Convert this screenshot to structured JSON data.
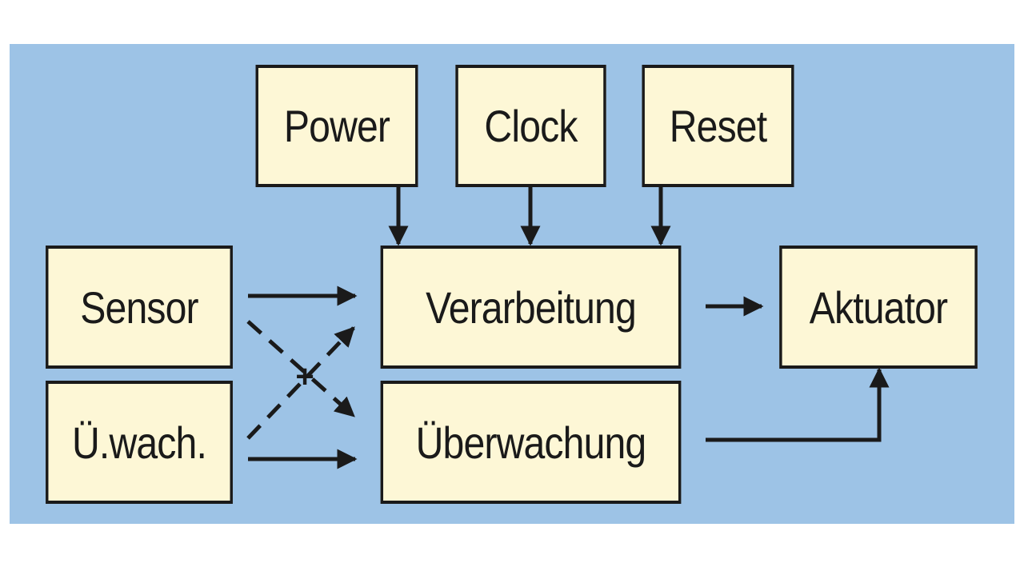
{
  "colors": {
    "background": "#9dc3e6",
    "block_fill": "#fdf7d6",
    "line": "#1a1a1a"
  },
  "blocks": {
    "power": "Power",
    "clock": "Clock",
    "reset": "Reset",
    "sensor": "Sensor",
    "processing": "Verarbeitung",
    "actuator": "Aktuator",
    "watch_source": "Ü.wach.",
    "monitoring": "Überwachung"
  },
  "crossing_mark": "+"
}
